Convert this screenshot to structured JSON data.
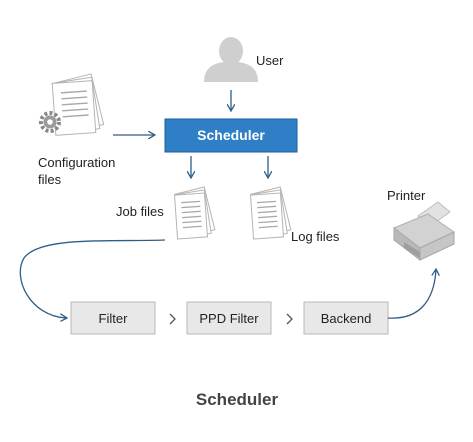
{
  "nodes": {
    "user": "User",
    "scheduler": "Scheduler",
    "config_line1": "Configuration",
    "config_line2": "files",
    "job_files": "Job files",
    "log_files": "Log files",
    "printer": "Printer",
    "filter": "Filter",
    "ppd_filter": "PPD Filter",
    "backend": "Backend"
  },
  "caption": "Scheduler",
  "colors": {
    "scheduler_fill": "#2e7fc6",
    "box_fill": "#e8e8e8",
    "arrow": "#2f5e86",
    "icon_gray": "#c8c8c8"
  }
}
